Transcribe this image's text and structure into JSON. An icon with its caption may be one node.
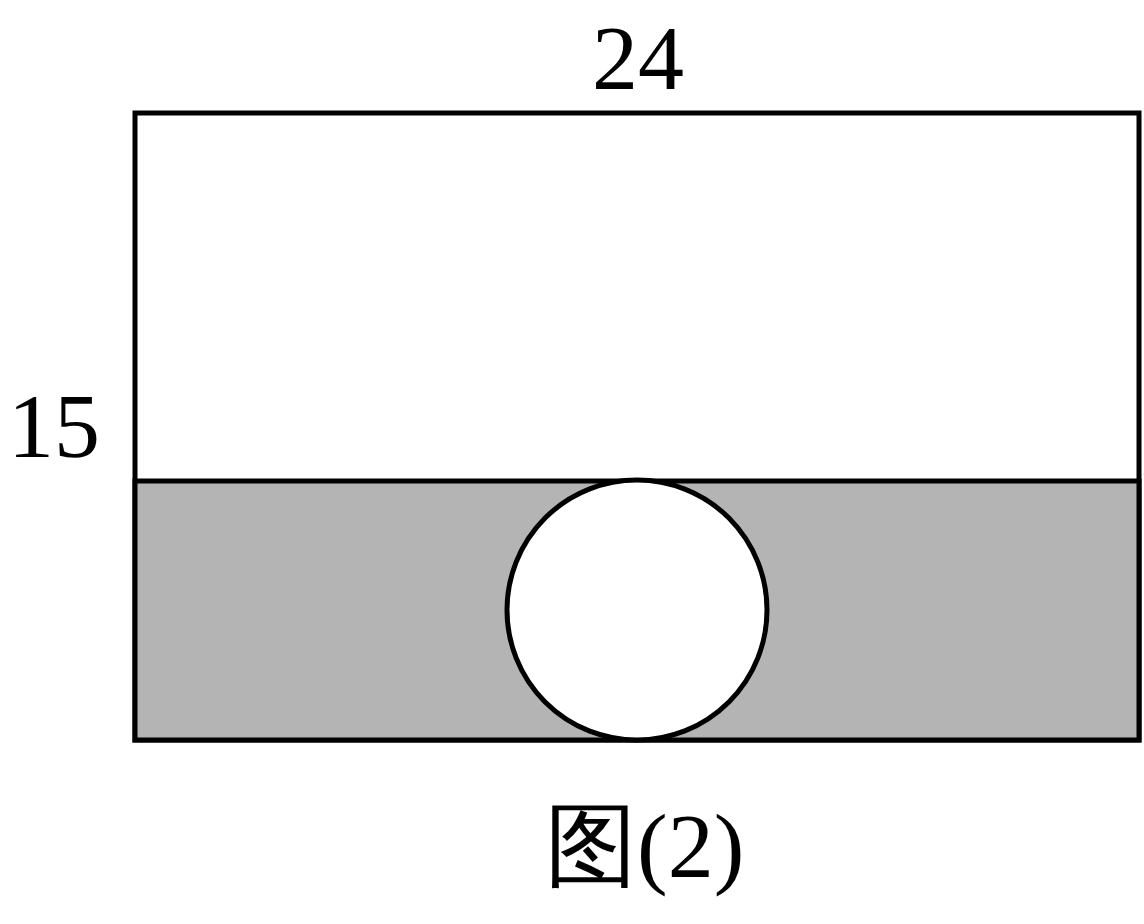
{
  "diagram": {
    "caption": "图(2)",
    "labels": [
      "24",
      "15"
    ]
  }
}
